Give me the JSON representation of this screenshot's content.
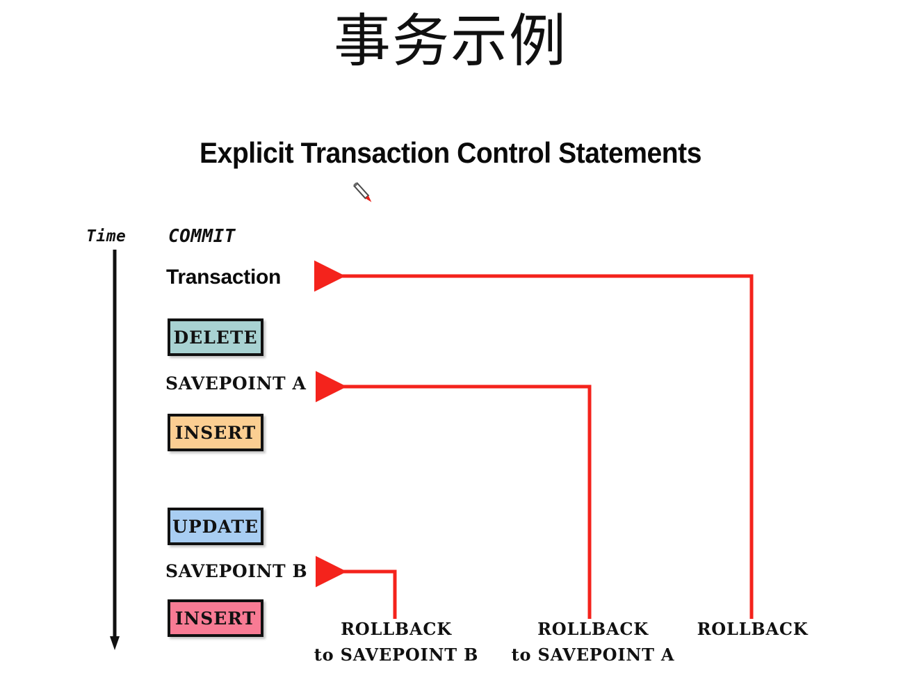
{
  "slide": {
    "cjk_title": "事务示例",
    "english_title": "Explicit Transaction Control Statements",
    "cursor_icon": "pen-cursor-icon"
  },
  "timeline": {
    "axis_label": "Time",
    "axis_direction": "down",
    "axis_color": "#111111"
  },
  "transaction": {
    "commit_label": "COMMIT",
    "transaction_label": "Transaction",
    "savepoint_a": "SAVEPOINT A",
    "savepoint_b": "SAVEPOINT B"
  },
  "statements": [
    {
      "label": "DELETE",
      "color": "#A8D2D2",
      "order": 1
    },
    {
      "label": "INSERT",
      "color": "#FBCE92",
      "order": 2
    },
    {
      "label": "UPDATE",
      "color": "#A8CDF2",
      "order": 3
    },
    {
      "label": "INSERT",
      "color": "#F87B94",
      "order": 4
    }
  ],
  "rollbacks": [
    {
      "line1": "ROLLBACK",
      "line2": "to SAVEPOINT B",
      "target": "SAVEPOINT B",
      "arrow_color": "#F4231C"
    },
    {
      "line1": "ROLLBACK",
      "line2": "to SAVEPOINT A",
      "target": "SAVEPOINT A",
      "arrow_color": "#F4231C"
    },
    {
      "line1": "ROLLBACK",
      "line2": "",
      "target": "Transaction",
      "arrow_color": "#F4231C"
    }
  ],
  "colors": {
    "arrow_red": "#F4231C",
    "outline_black": "#111111",
    "background": "#FFFFFF"
  }
}
